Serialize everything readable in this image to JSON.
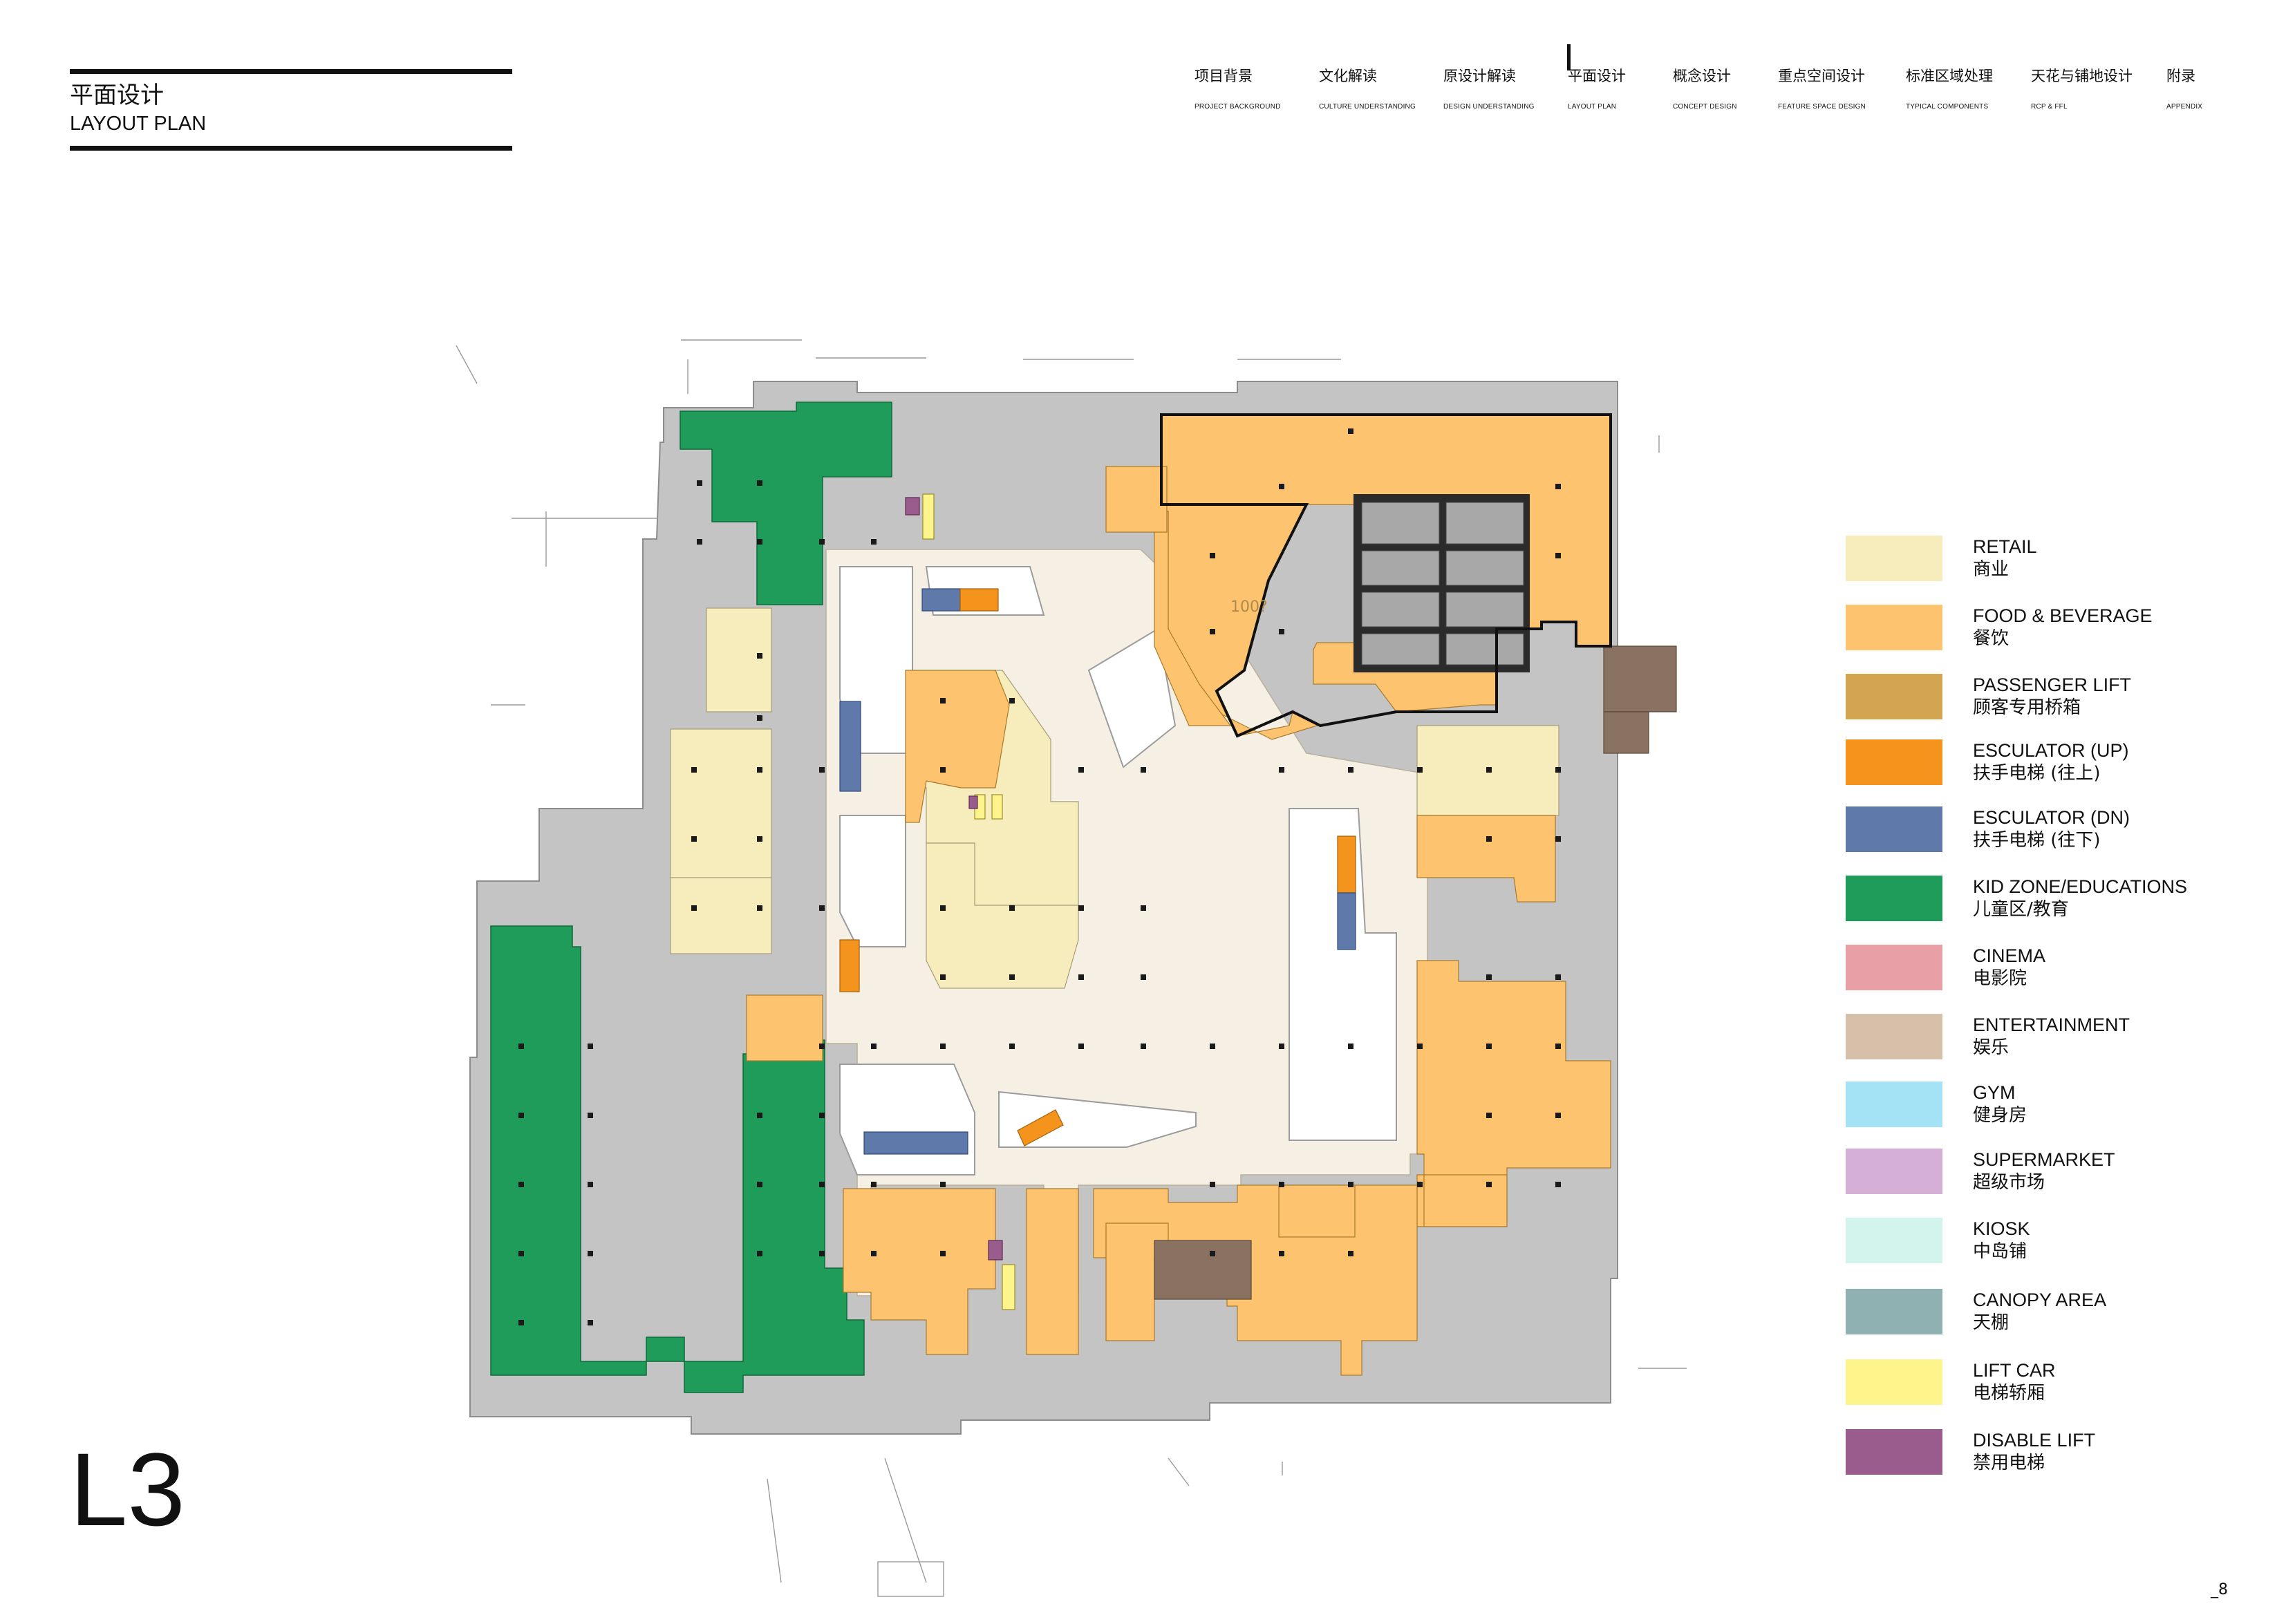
{
  "header": {
    "title_cn": "平面设计",
    "title_en": "LAYOUT PLAN"
  },
  "nav": {
    "active_index": 3,
    "items": [
      {
        "cn": "项目背景",
        "en": "PROJECT BACKGROUND"
      },
      {
        "cn": "文化解读",
        "en": "CULTURE UNDERSTANDING"
      },
      {
        "cn": "原设计解读",
        "en": "DESIGN UNDERSTANDING"
      },
      {
        "cn": "平面设计",
        "en": "LAYOUT PLAN"
      },
      {
        "cn": "概念设计",
        "en": "CONCEPT DESIGN"
      },
      {
        "cn": "重点空间设计",
        "en": "FEATURE SPACE DESIGN"
      },
      {
        "cn": "标准区域处理",
        "en": "TYPICAL COMPONENTS"
      },
      {
        "cn": "天花与铺地设计",
        "en": "RCP & FFL"
      },
      {
        "cn": "附录",
        "en": "APPENDIX"
      }
    ]
  },
  "level_label": "L3",
  "page_number": "_8",
  "plan": {
    "area_label": "100?"
  },
  "legend": {
    "items": [
      {
        "en": "RETAIL",
        "cn": "商业",
        "color": "#f7edbc"
      },
      {
        "en": "FOOD & BEVERAGE",
        "cn": "餐饮",
        "color": "#fdc36f"
      },
      {
        "en": "PASSENGER LIFT",
        "cn": "顾客专用桥箱",
        "color": "#d3a550"
      },
      {
        "en": "ESCULATOR (UP)",
        "cn": "扶手电梯 (往上)",
        "color": "#f5941d"
      },
      {
        "en": "ESCULATOR (DN)",
        "cn": "扶手电梯 (往下)",
        "color": "#5f7aaa"
      },
      {
        "en": "KID ZONE/EDUCATIONS",
        "cn": "儿童区/教育",
        "color": "#1f9b5a"
      },
      {
        "en": "CINEMA",
        "cn": "电影院",
        "color": "#e89fa6"
      },
      {
        "en": "ENTERTAINMENT",
        "cn": "娱乐",
        "color": "#d6c0aa"
      },
      {
        "en": "GYM",
        "cn": "健身房",
        "color": "#a4e3f6"
      },
      {
        "en": "SUPERMARKET",
        "cn": "超级市场",
        "color": "#d5afd6"
      },
      {
        "en": "KIOSK",
        "cn": "中岛铺",
        "color": "#d3f4ec"
      },
      {
        "en": "CANOPY AREA",
        "cn": "天棚",
        "color": "#8fb1b2"
      },
      {
        "en": "LIFT CAR",
        "cn": "电梯轿厢",
        "color": "#fdf48b"
      },
      {
        "en": "DISABLE LIFT",
        "cn": "禁用电梯",
        "color": "#9a5c8d"
      }
    ]
  }
}
